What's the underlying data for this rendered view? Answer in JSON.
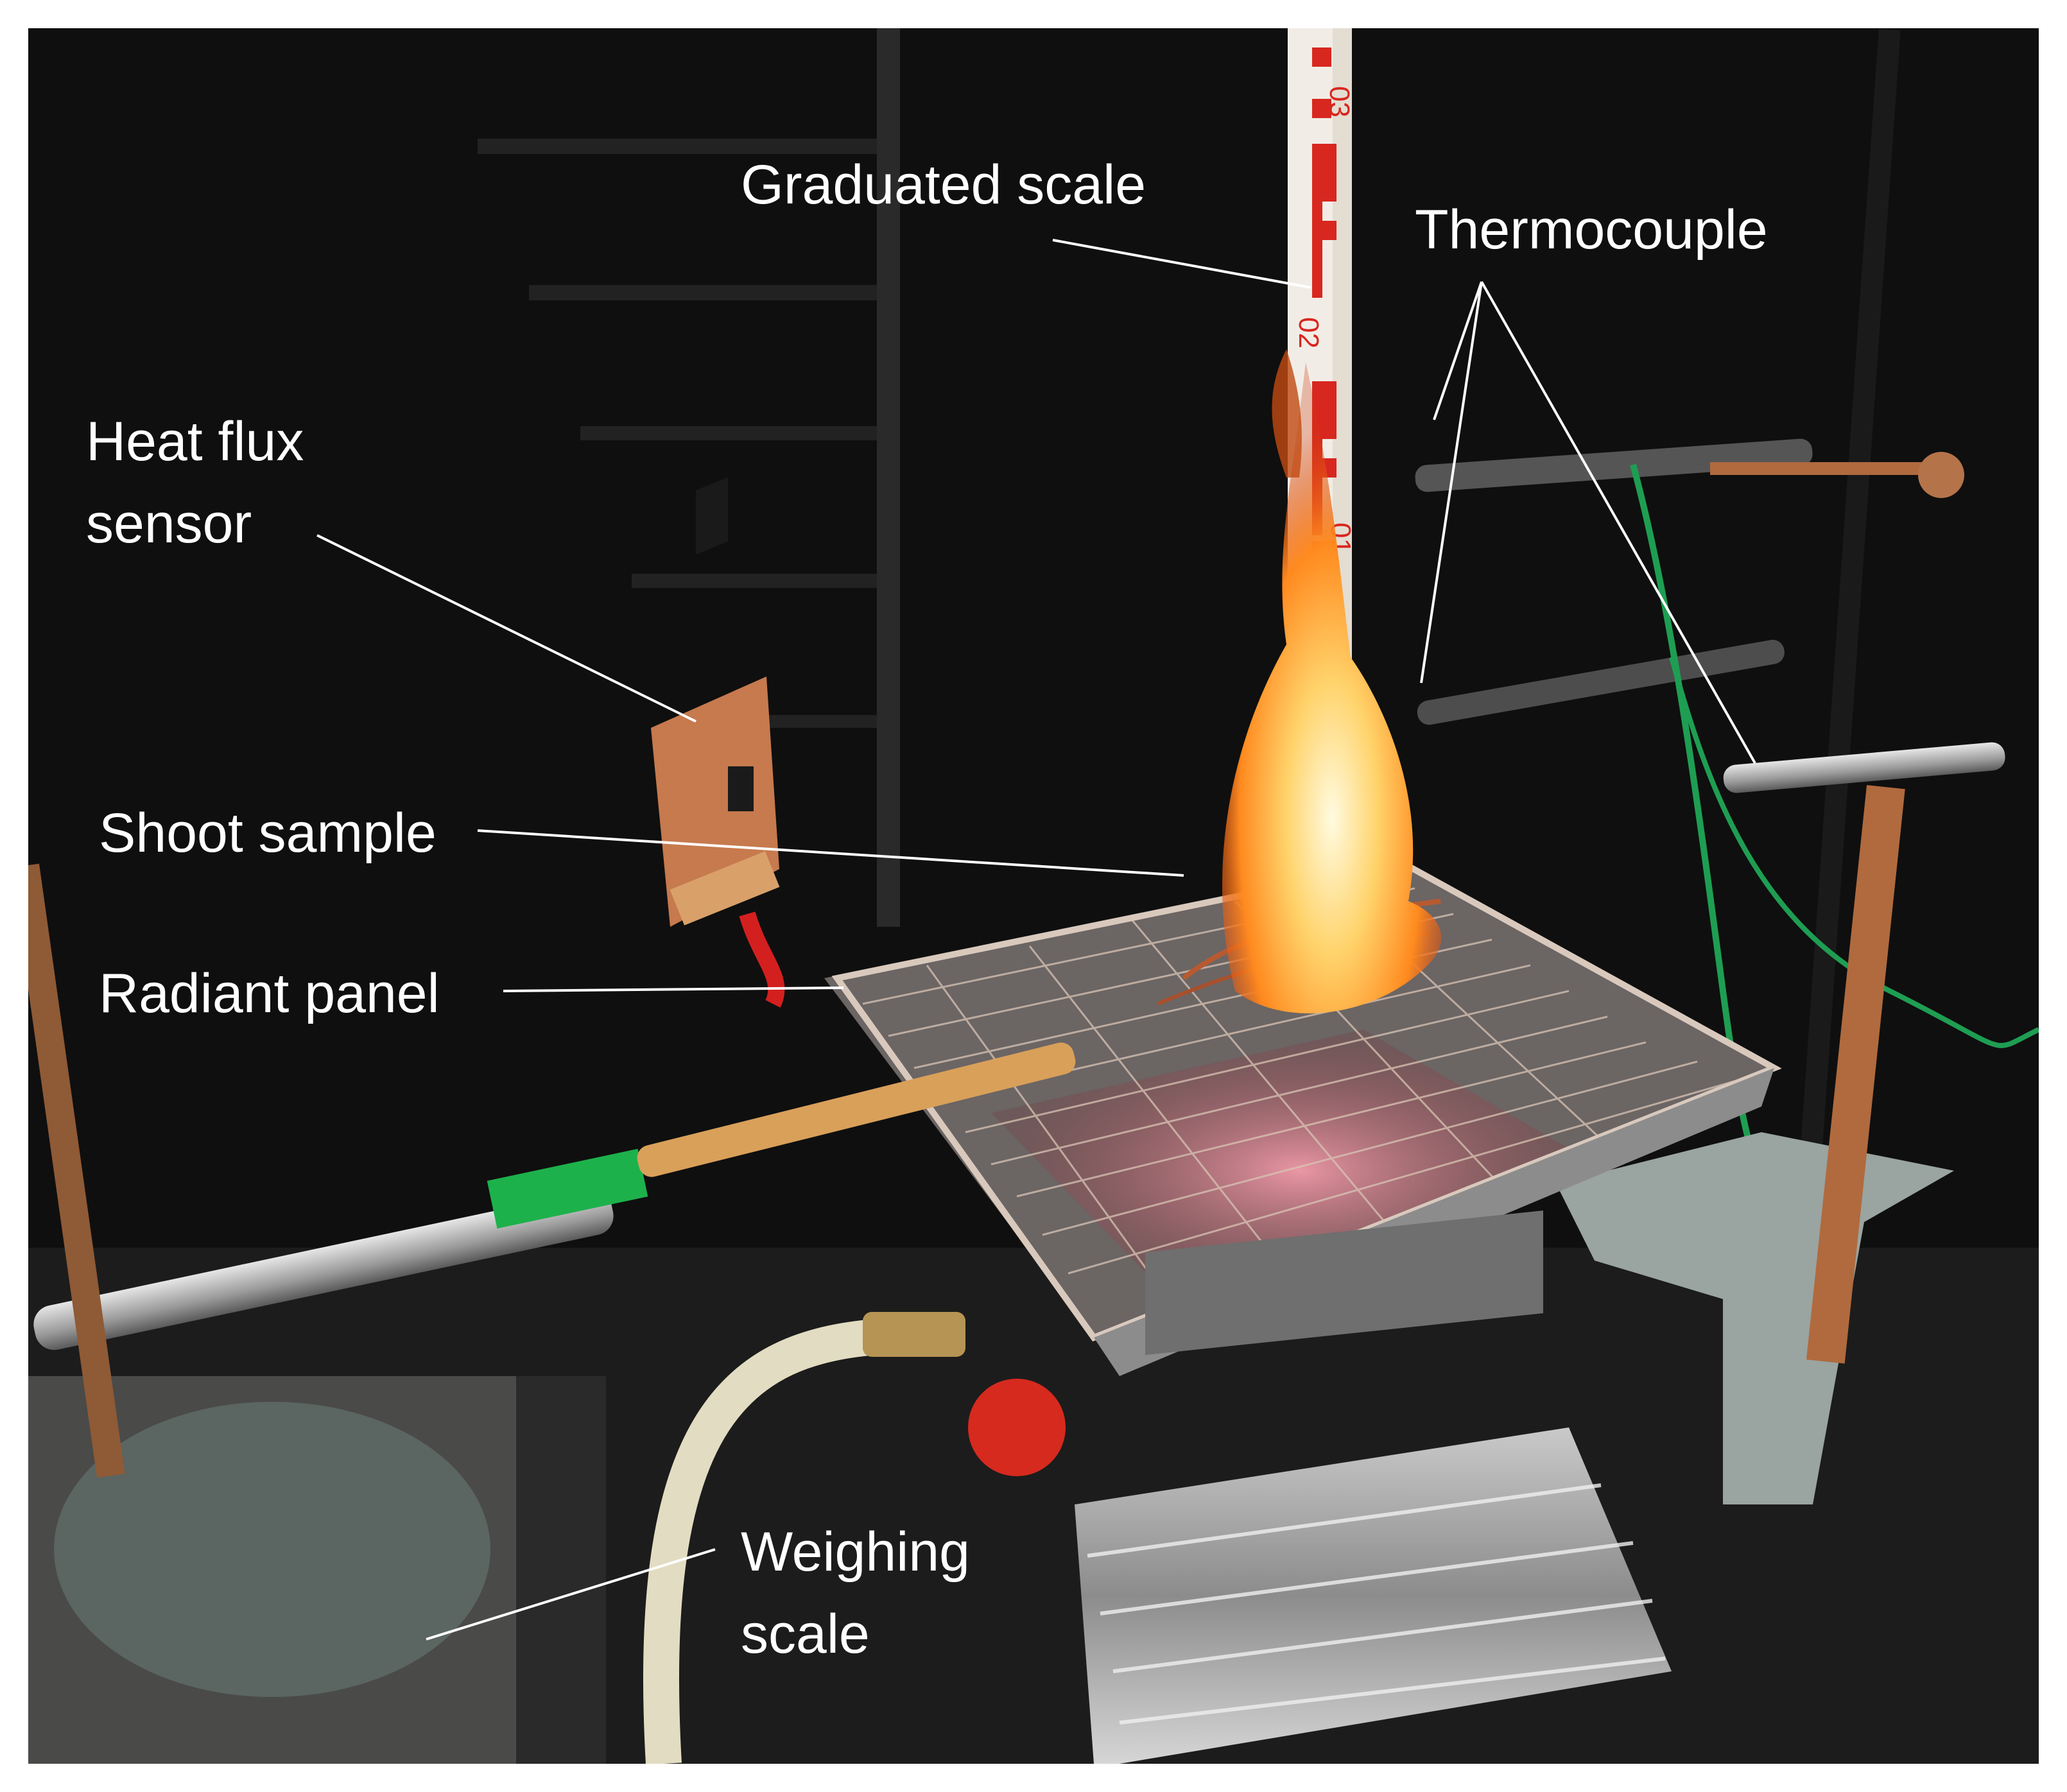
{
  "labels": {
    "graduated_scale": "Graduated scale",
    "thermocouple": "Thermocouple",
    "heat_flux_line1": "Heat flux",
    "heat_flux_line2": "sensor",
    "shoot_sample": "Shoot sample",
    "radiant_panel": "Radiant panel",
    "weighing_line1": "Weighing",
    "weighing_line2": "scale"
  },
  "ruler_marks": [
    "03",
    "02",
    "01"
  ],
  "colors": {
    "background": "#0d0d0d",
    "label_text": "#ffffff",
    "leader_line": "#ffffff",
    "flame": "#ff8a1f",
    "ruler_red": "#d8271f",
    "copper": "#c67a4e",
    "tape": "#1db14b",
    "wire": "#1e9e52"
  }
}
